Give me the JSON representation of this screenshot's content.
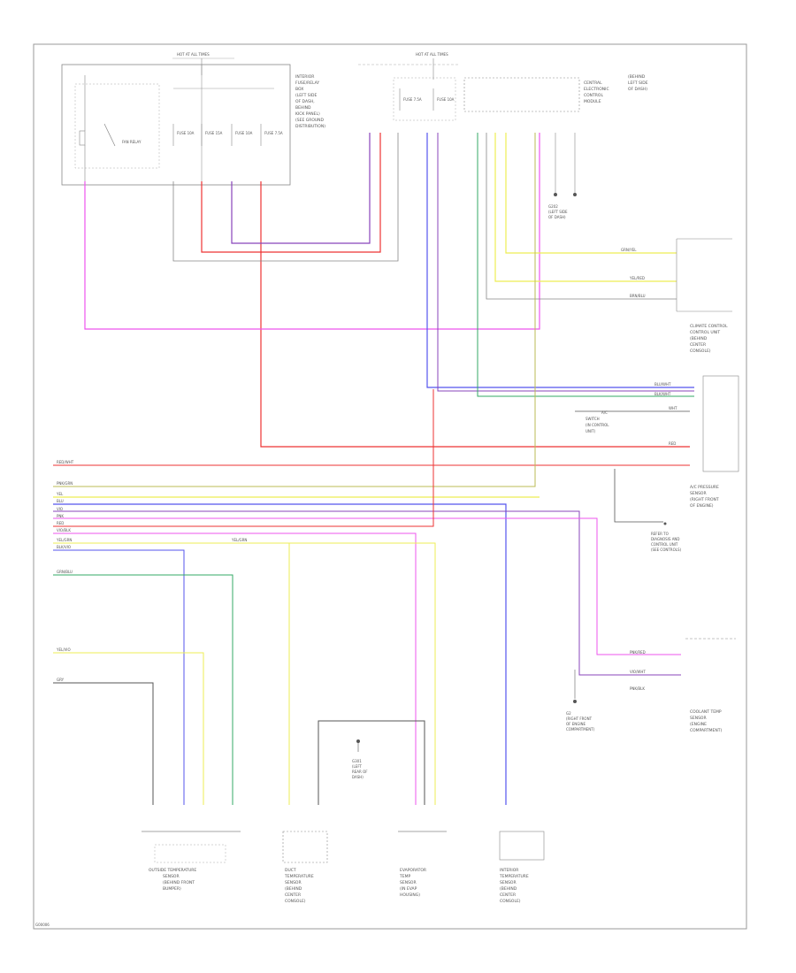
{
  "colors": {
    "red": "#ee3333",
    "pink": "#ee55ee",
    "violet": "#8844bb",
    "blue": "#5555ee",
    "yellow": "#eeee55",
    "green": "#33aa66",
    "gray": "#888888",
    "black": "#333333"
  },
  "fuse_panel_left": {
    "header": "HOT AT ALL TIMES",
    "label_lines": [
      "INTERIOR",
      "FUSE/RELAY",
      "BOX",
      "(LEFT SIDE",
      "OF DASH,",
      "BEHIND",
      "KICK PANEL)",
      "(SEE GROUND",
      "DISTRIBUTION)"
    ],
    "relay": "FAN RELAY",
    "fuses": [
      "FUSE 10A",
      "FUSE 15A",
      "FUSE 10A",
      "FUSE 7.5A"
    ]
  },
  "fuse_panel_mid": {
    "header": "HOT AT ALL TIMES",
    "fuses": [
      "FUSE 7.5A",
      "FUSE 10A"
    ]
  },
  "control_module": {
    "label_lines": [
      "CENTRAL",
      "ELECTRONIC",
      "CONTROL",
      "MODULE",
      "(BEHIND",
      "LEFT SIDE",
      "OF DASH)"
    ]
  },
  "ground_label": [
    "G202",
    "(LEFT SIDE",
    "OF DASH)"
  ],
  "wires": {
    "grn_yel": "GRN/YEL",
    "yel_red": "YEL/RED",
    "brn_blu": "BRN/BLU",
    "blu_wht": "BLU/WHT",
    "blk_wht": "BLK/WHT",
    "wht": "WHT",
    "red": "RED",
    "red_wht": "RED/WHT",
    "pnk_grn": "PNK/GRN",
    "yel": "YEL",
    "blu": "BLU",
    "vio": "VIO",
    "pnk": "PNK",
    "vio_blk": "VIO/BLK",
    "yel_grn": "YEL/GRN",
    "blk_vio": "BLK/VIO",
    "grn_blu": "GRN/BLU",
    "yel_vio": "YEL/VIO",
    "gry": "GRY",
    "pnk_red": "PNK/RED",
    "vio_wht": "VIO/WHT",
    "pnk_blk": "PNK/BLK"
  },
  "right_labels": {
    "upper": [
      "CLIMATE CONTROL",
      "CONTROL UNIT",
      "(BEHIND",
      "CENTER",
      "CONSOLE)"
    ],
    "a_c_switch": [
      "A/C",
      "SWITCH",
      "(IN CONTROL",
      "UNIT)"
    ],
    "mid": [
      "A/C PRESSURE",
      "SENSOR",
      "(RIGHT FRONT",
      "OF ENGINE)"
    ],
    "note": [
      "REFER TO",
      "DIAGNOSIS AND",
      "CONTROL UNIT",
      "(SEE CONTROLS)"
    ],
    "lower": [
      "COOLANT TEMP",
      "SENSOR",
      "(ENGINE",
      "COMPARTMENT)"
    ],
    "ground": [
      "G2",
      "(RIGHT FRONT",
      "OF ENGINE",
      "COMPARTMENT)"
    ]
  },
  "bottom_components": {
    "c1": [
      "OUTSIDE TEMPERATURE",
      "SENSOR",
      "(BEHIND FRONT",
      "BUMPER)"
    ],
    "c2": [
      "DUCT",
      "TEMPERATURE",
      "SENSOR",
      "(BEHIND",
      "CENTER",
      "CONSOLE)"
    ],
    "c3": [
      "EVAPORATOR",
      "TEMP",
      "SENSOR",
      "(IN EVAP",
      "HOUSING)"
    ],
    "c4": [
      "INTERIOR",
      "TEMPERATURE",
      "SENSOR",
      "(BEHIND",
      "CENTER",
      "CONSOLE)"
    ],
    "ground_mid": [
      "G301",
      "(LEFT",
      "REAR OF",
      "DASH)"
    ]
  },
  "footer": "G00006"
}
